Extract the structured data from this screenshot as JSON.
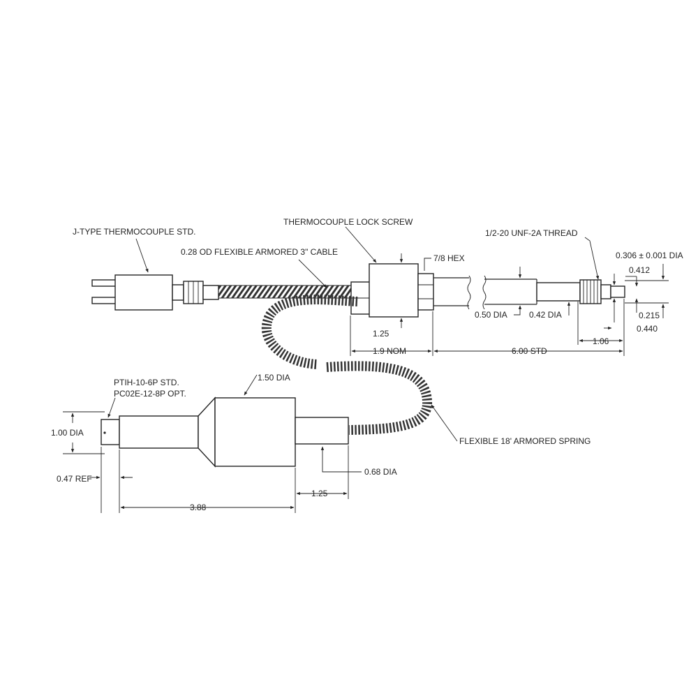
{
  "labels": {
    "j_type": "J-TYPE THERMOCOUPLE STD.",
    "cable": "0.28 OD FLEXIBLE ARMORED 3\" CABLE",
    "lock_screw": "THERMOCOUPLE LOCK SCREW",
    "hex": "7/8 HEX",
    "thread": "1/2-20 UNF-2A THREAD",
    "dia_0306": "0.306 ± 0.001 DIA",
    "d_0412": "0.412",
    "dia_050": "0.50 DIA",
    "dia_042": "0.42 DIA",
    "d_0215": "0.215",
    "d_0440": "0.440",
    "d_125_top": "1.25",
    "d_106": "1.06",
    "nom_19": "1.9 NOM",
    "std_600": "6.00 STD",
    "ptih": "PTIH-10-6P STD.",
    "pc02e": "PC02E-12-8P OPT.",
    "dia_150": "1.50 DIA",
    "dia_100": "1.00 DIA",
    "spring": "FLEXIBLE 18' ARMORED SPRING",
    "dia_068": "0.68 DIA",
    "ref_047": "0.47 REF",
    "d_125_bot": "1.25",
    "d_388": "3.88"
  },
  "colors": {
    "line": "#222222",
    "background": "#ffffff"
  }
}
